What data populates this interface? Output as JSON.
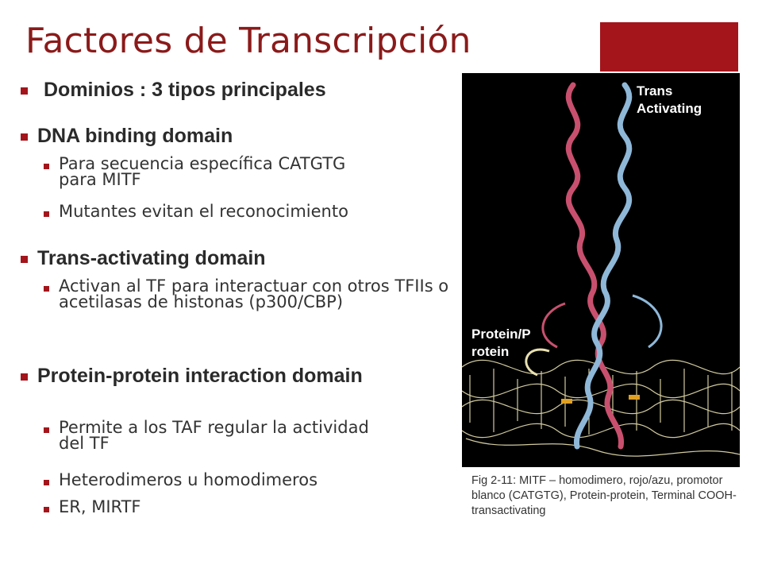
{
  "slide": {
    "title": "Factores de Transcripción",
    "accent_color": "#a3151b",
    "title_color": "#8b1a1a"
  },
  "bullets": {
    "dominios": "Dominios : 3 tipos principales",
    "dna": {
      "heading": "DNA binding domain",
      "items": [
        "Para secuencia específica CATGTG para MITF",
        "Mutantes evitan el reconocimiento"
      ]
    },
    "trans": {
      "heading": "Trans-activating domain",
      "items": [
        "Activan al TF para interactuar con otros TFIIs o acetilasas de histonas (p300/CBP)"
      ]
    },
    "protein": {
      "heading": "Protein-protein interaction domain",
      "items": [
        "Permite a los TAF regular la actividad del TF",
        "Heterodimeros u homodimeros",
        "ER, MIRTF"
      ]
    }
  },
  "figure": {
    "label_trans": "Trans\nActivating",
    "label_pp": "Protein/P\nrotein",
    "caption": "Fig 2-11: MITF – homodimero, rojo/azu, promotor blanco (CATGTG), Protein-protein, Terminal COOH-transactivating",
    "colors": {
      "red_helix": "#c8506e",
      "blue_helix": "#8fb8d8",
      "dna": "#e8e0b0"
    }
  }
}
